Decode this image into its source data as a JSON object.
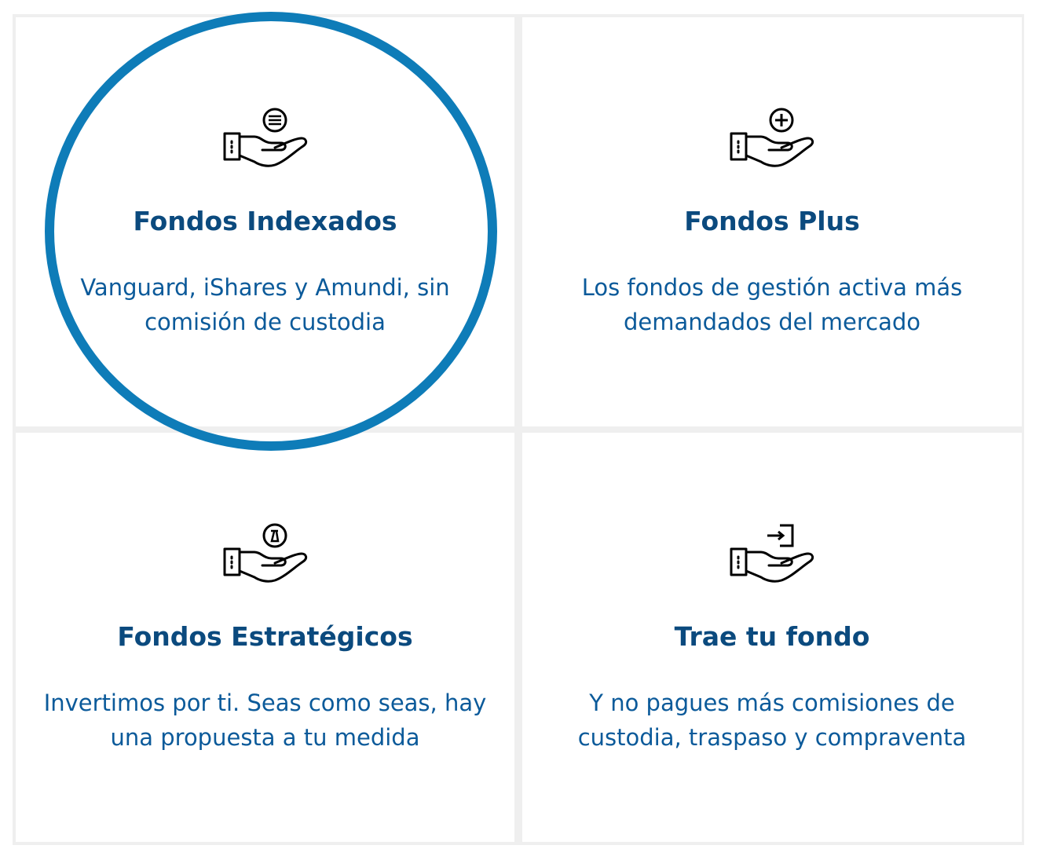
{
  "cards": [
    {
      "title": "Fondos Indexados",
      "desc": "Vanguard, iShares y Amundi, sin comisión de custodia",
      "icon": "hand-list-icon",
      "highlighted": true
    },
    {
      "title": "Fondos Plus",
      "desc": "Los fondos de gestión activa más demandados del mercado",
      "icon": "hand-plus-icon"
    },
    {
      "title": "Fondos Estratégicos",
      "desc": "Invertimos por ti. Seas como seas, hay una propuesta a tu medida",
      "icon": "hand-strategy-icon"
    },
    {
      "title": "Trae tu fondo",
      "desc": "Y no pagues más comisiones de custodia, traspaso y compraventa",
      "icon": "hand-transfer-icon"
    }
  ],
  "colors": {
    "title": "#0b4a7e",
    "text": "#0b5a9a",
    "highlight": "#0e7cb8"
  }
}
